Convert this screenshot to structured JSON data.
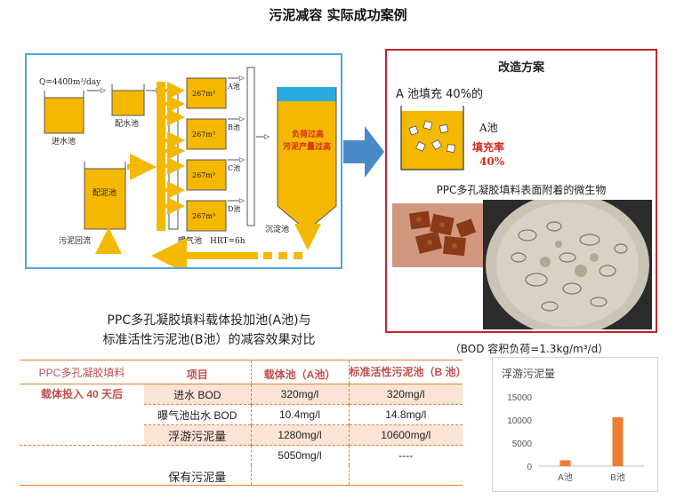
{
  "title": "污泥减容  实际成功案例",
  "process": {
    "flow_rate": "Q=4400m³/day",
    "inlet_tank": "进水池",
    "distribution_tank": "配水池",
    "sludge_tank": "配泥池",
    "sludge_return": "污泥回流",
    "aeration_tank": "曝气池",
    "hrt": "HRT=6h",
    "clarifier": "沉淀池",
    "clarifier_warning_1": "负荷过高",
    "clarifier_warning_2": "污泥产量过高",
    "tank_volume": "267m³",
    "pools": [
      "A池",
      "B池",
      "C池",
      "D池"
    ]
  },
  "plan": {
    "heading": "改造方案",
    "fill_note": "A 池填充 40%的",
    "pool_label": "A池",
    "fill_rate_label": "填充率",
    "fill_rate_value": "40%",
    "photo_caption": "PPC多孔凝胶填料表面附着的微生物"
  },
  "caption": {
    "line1": "PPC多孔凝胶填料载体投加池(A池)与",
    "line2": "标准活性污泥池(B池）的减容效果对比"
  },
  "bod_note": "（BOD 容积负荷=1.3kg/m³/d）",
  "table": {
    "left_line1": "PPC多孔凝胶填料",
    "left_line2": "载体投入 40 天后",
    "headers": [
      "项目",
      "载体池（A池）",
      "标准活性污泥池（B 池）"
    ],
    "rows": [
      [
        "进水 BOD",
        "320mg/l",
        "320mg/l"
      ],
      [
        "曝气池出水 BOD",
        "10.4mg/l",
        "14.8mg/l"
      ],
      [
        "浮游污泥量",
        "1280mg/l",
        "10600mg/l"
      ],
      [
        "保有污泥量",
        "5050mg/l",
        "----"
      ]
    ]
  },
  "chart_data": {
    "type": "bar",
    "title": "浮游污泥量",
    "categories": [
      "A池",
      "B池"
    ],
    "values": [
      1280,
      10600
    ],
    "ylim": [
      0,
      15000
    ],
    "yticks": [
      "15000",
      "10000",
      "5000",
      "0"
    ],
    "bar_color": "#ed7d31",
    "grid": false
  },
  "colors": {
    "tank": "#f5b800",
    "arrow": "#f5b800",
    "blue_arrow": "#4a89c8",
    "frame_blue": "#49a8e0",
    "frame_red": "#c0272d",
    "water": "#29abe2",
    "warning_text": "#d62d20",
    "table_orange": "#ed7d31"
  }
}
